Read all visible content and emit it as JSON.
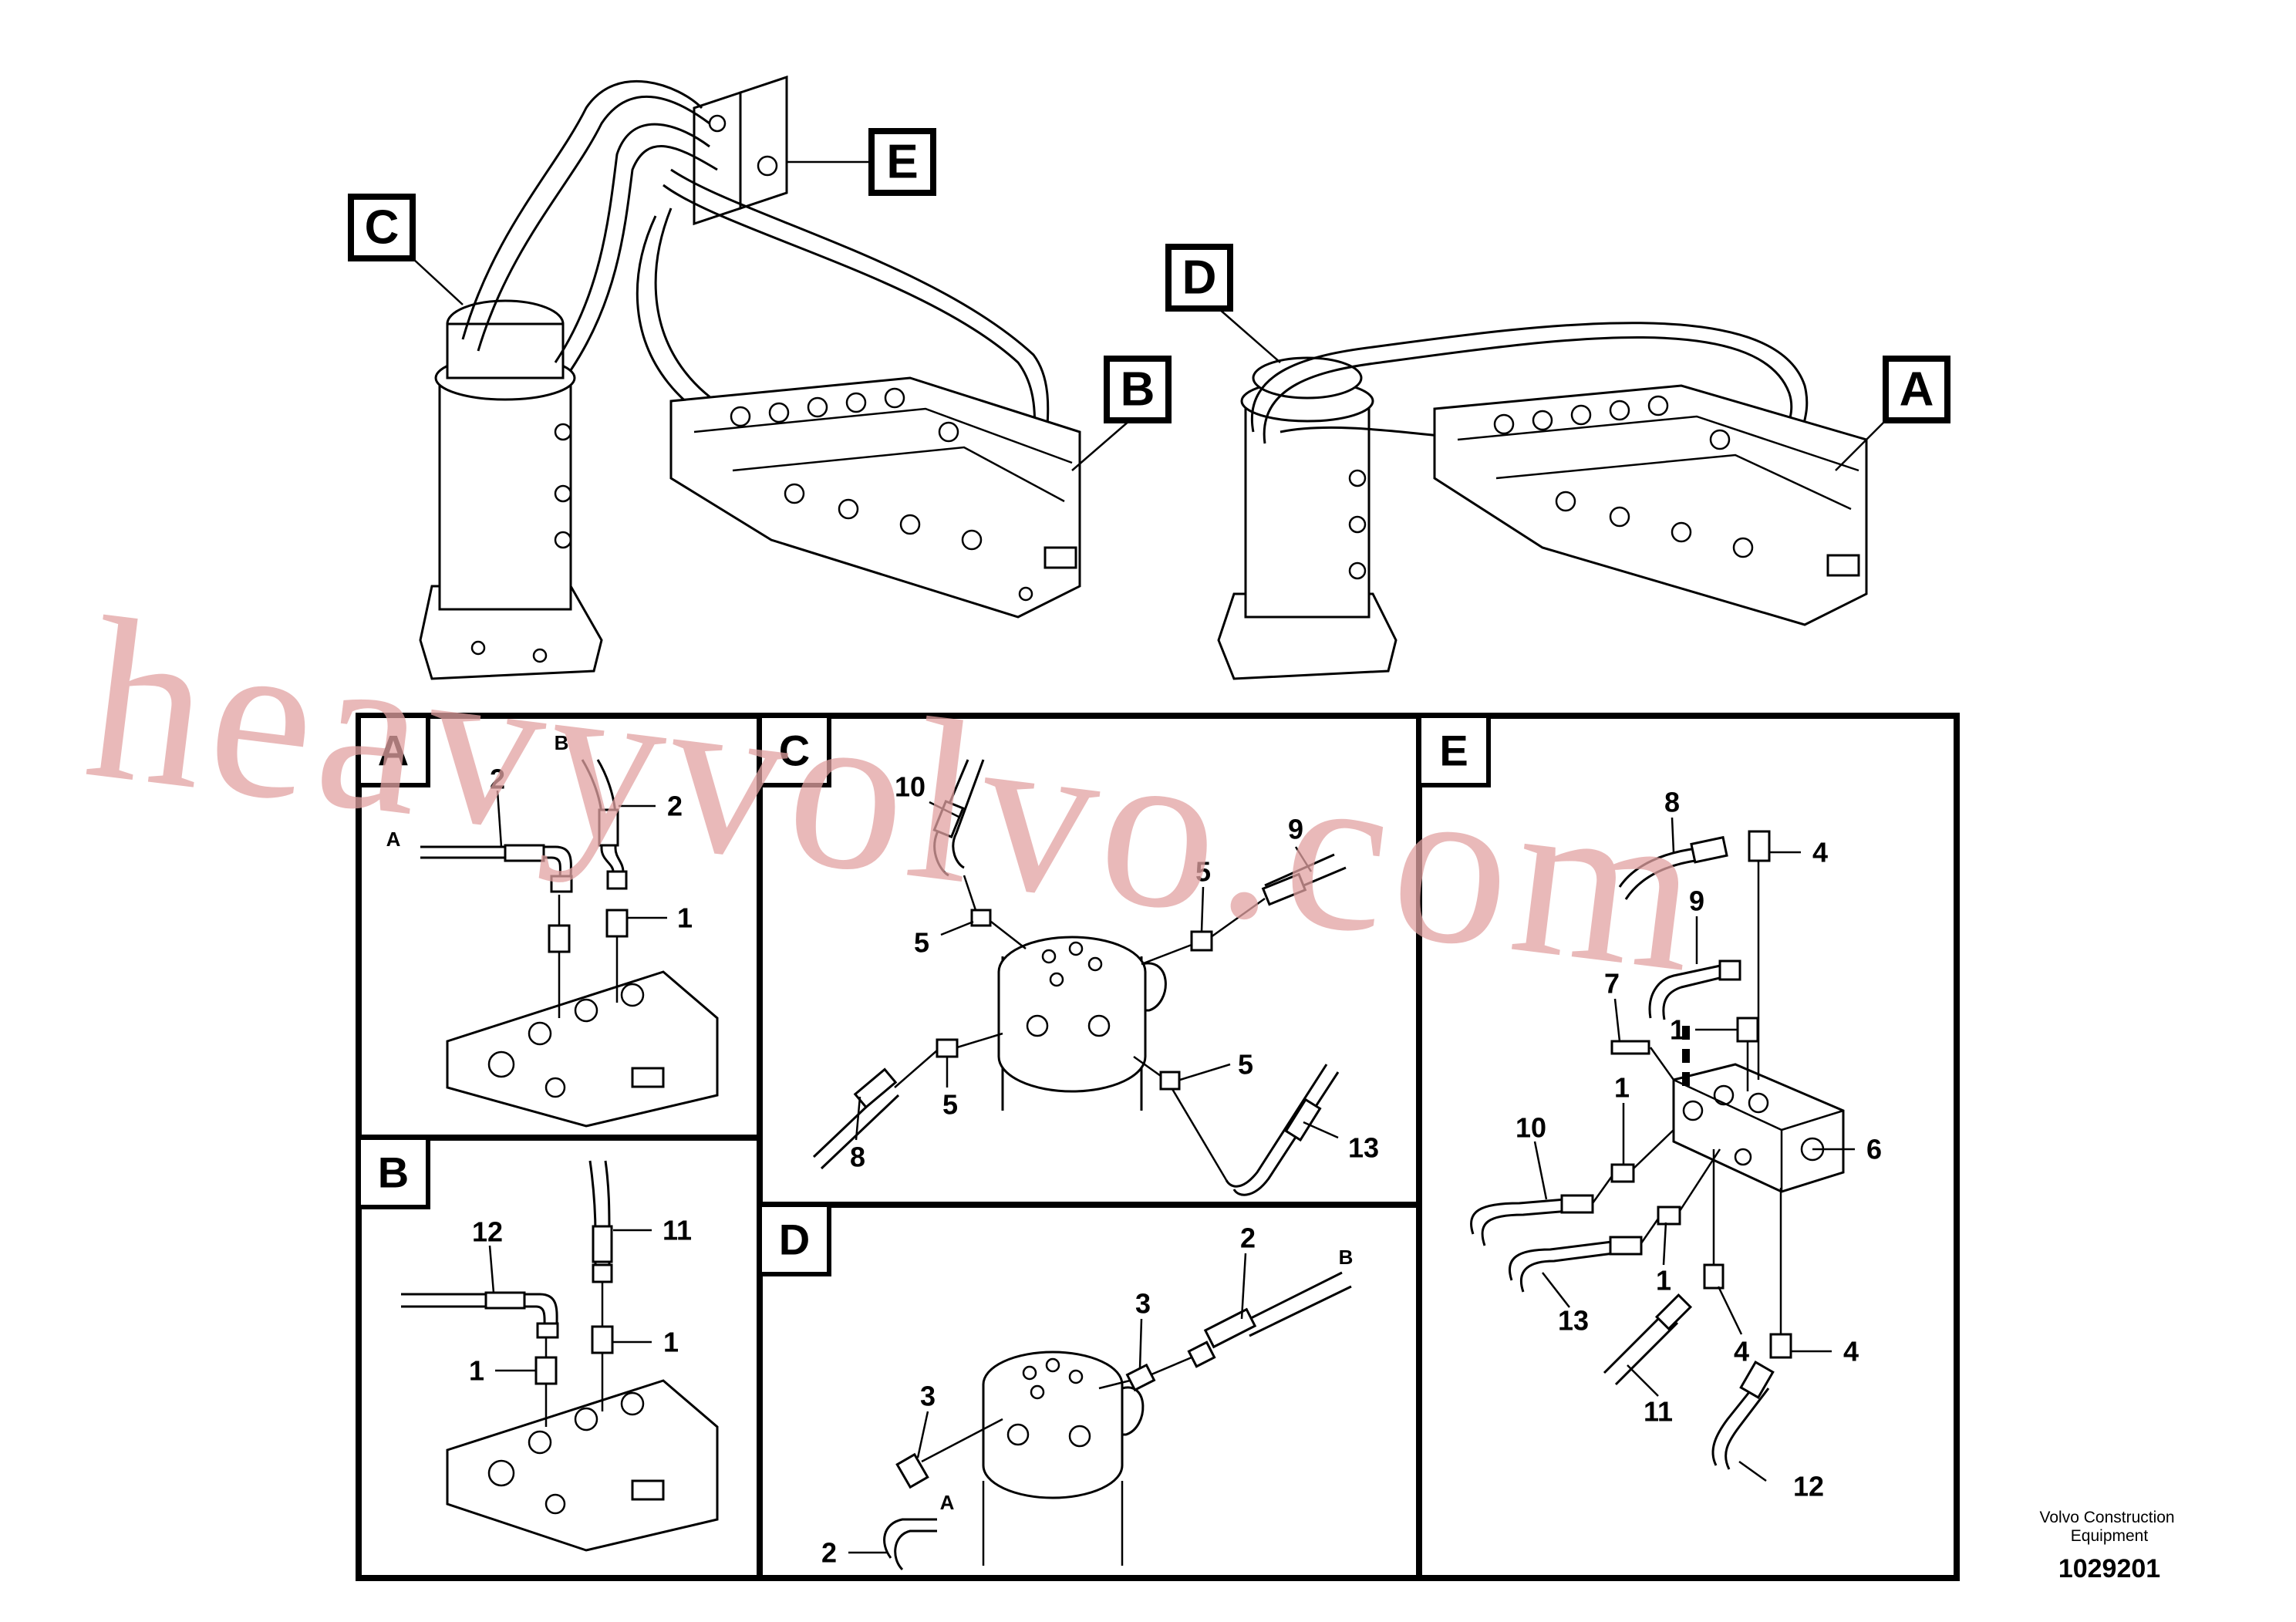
{
  "overview": {
    "callouts": [
      "C",
      "E",
      "D",
      "B",
      "A"
    ]
  },
  "panels": {
    "A": {
      "tag": "A",
      "port_labels": [
        "B",
        "A"
      ],
      "item_labels": [
        "2",
        "2",
        "1"
      ]
    },
    "B": {
      "tag": "B",
      "item_labels": [
        "12",
        "11",
        "1",
        "1"
      ]
    },
    "C": {
      "tag": "C",
      "item_labels": [
        "10",
        "9",
        "5",
        "5",
        "5",
        "5",
        "8",
        "13"
      ]
    },
    "D": {
      "tag": "D",
      "port_labels": [
        "B",
        "A"
      ],
      "item_labels": [
        "2",
        "3",
        "3",
        "2"
      ]
    },
    "E": {
      "tag": "E",
      "item_labels": [
        "8",
        "4",
        "9",
        "7",
        "1",
        "1",
        "10",
        "6",
        "13",
        "1",
        "4",
        "4",
        "11",
        "12"
      ]
    }
  },
  "watermark": "heavyvolvo.com",
  "footer": {
    "company": "Volvo Construction Equipment",
    "drawing_number": "1029201"
  }
}
